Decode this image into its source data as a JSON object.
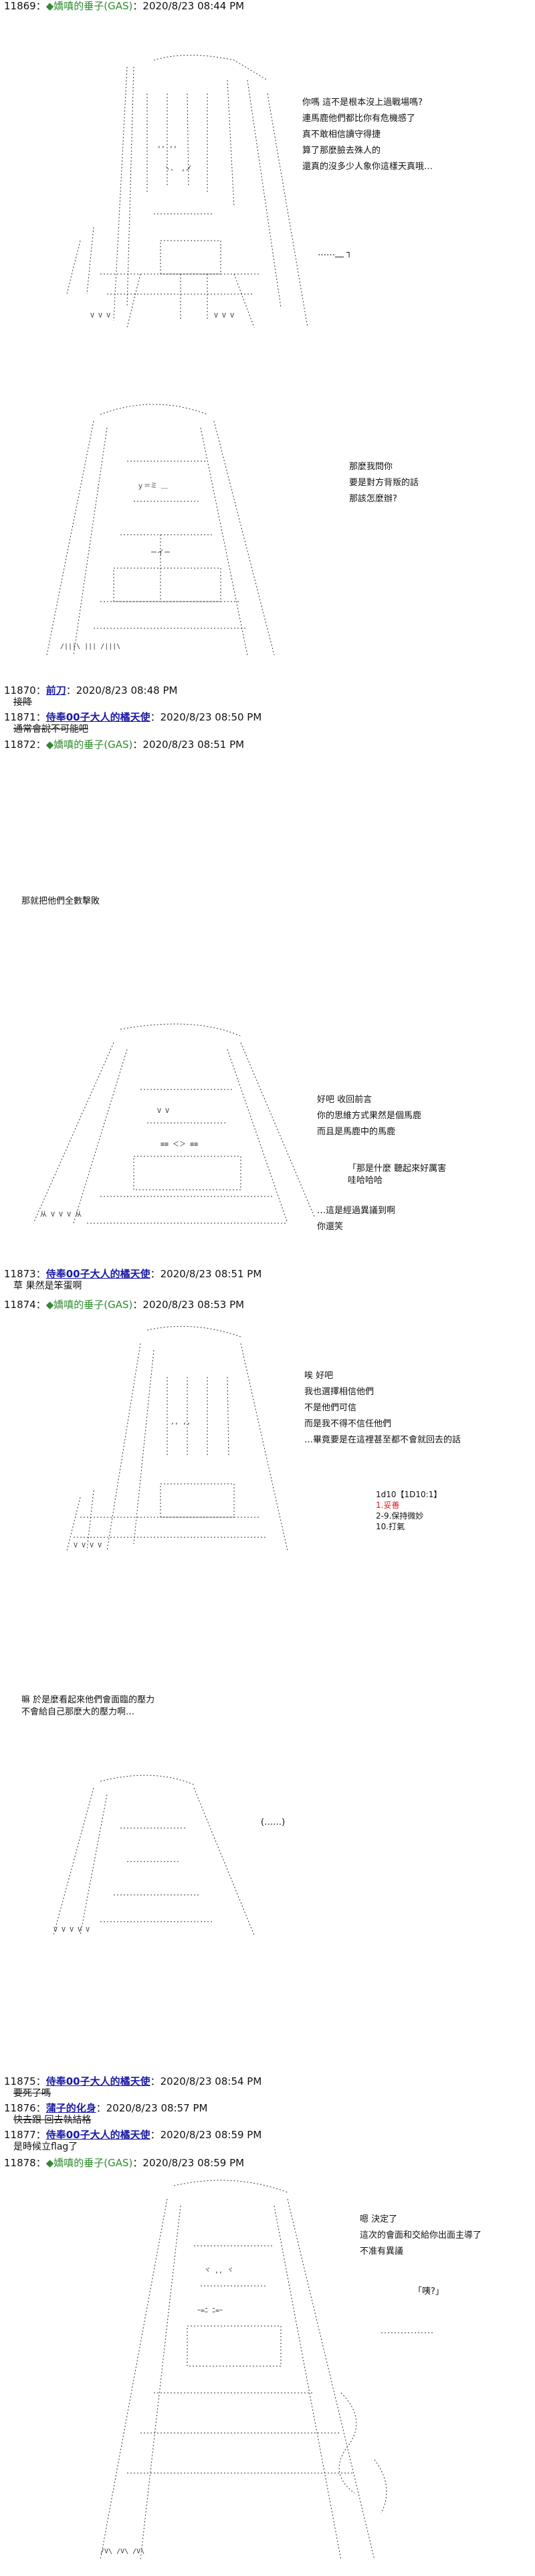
{
  "posts": [
    {
      "num": "11869",
      "author": "嬌嗔的垂子(GAS)",
      "time": "2020/8/23 08:44 PM",
      "diamond": "◆"
    },
    {
      "num": "11870",
      "author": "前刀",
      "time": "2020/8/23 08:48 PM",
      "reply": "接降"
    },
    {
      "num": "11871",
      "author": "侍奉00子大人的橘天使",
      "time": "2020/8/23 08:50 PM",
      "reply": "通常會說不可能吧"
    },
    {
      "num": "11872",
      "author": "嬌嗔的垂子(GAS)",
      "time": "2020/8/23 08:51 PM",
      "diamond": "◆"
    },
    {
      "num": "11873",
      "author": "侍奉00子大人的橘天使",
      "time": "2020/8/23 08:51 PM",
      "reply": "草 果然是笨蛋啊"
    },
    {
      "num": "11874",
      "author": "嬌嗔的垂子(GAS)",
      "time": "2020/8/23 08:53 PM",
      "diamond": "◆"
    },
    {
      "num": "11875",
      "author": "侍奉00子大人的橘天使",
      "time": "2020/8/23 08:54 PM",
      "reply": "要死了嗎"
    },
    {
      "num": "11876",
      "author": "蒲子的化身",
      "time": "2020/8/23 08:57 PM",
      "reply": "快去跟 回去執結格"
    },
    {
      "num": "11877",
      "author": "侍奉00子大人的橘天使",
      "time": "2020/8/23 08:59 PM",
      "reply": "是時候立flag了"
    },
    {
      "num": "11878",
      "author": "嬌嗔的垂子(GAS)",
      "time": "2020/8/23 08:59 PM",
      "diamond": "◆"
    }
  ],
  "dialogs": {
    "d1": [
      "你嗎 這不是根本沒上過戰場嗎?",
      "連馬鹿他們都比你有危機感了",
      "真不敢相信讀守得捷",
      "算了那麼臉去殊人的",
      "還真的沒多少人象你這樣天真哦…"
    ],
    "d1_side": "……__ ┐",
    "d2": [
      "那麼我問你",
      "要是對方背叛的話",
      "那該怎麼辦?"
    ],
    "d3": [
      "那就把他們全數擊敗"
    ],
    "d4": [
      "好吧 收回前言",
      "你的思維方式果然是個馬鹿",
      "而且是馬鹿中的馬鹿"
    ],
    "d4_aside": [
      "「那是什麼 聽起來好厲害",
      "哇哈哈哈"
    ],
    "d4_aside2": [
      "…這是經過異議到啊",
      "你還笑"
    ],
    "d5": [
      "唉 好吧",
      "我也選擇相信他們",
      "不是他們可信",
      "而是我不得不信任他們",
      "…畢竟要是在這裡甚至都不會就回去的話"
    ],
    "status": {
      "l1": "1d10【1D10:1】",
      "l2": "1.妥善",
      "l3": "2-9.保持微妙",
      "l4": "10.打氣"
    },
    "d6": [
      "嘛 於是麼看起來他們會面臨的壓力",
      "不會給自己那麼大的壓力啊…"
    ],
    "d6_bubble": "(……)",
    "d7": [
      "嗯 決定了",
      "這次的會面和交給你出面主導了",
      "不准有異議"
    ],
    "d7_aside": "「咦?」"
  }
}
